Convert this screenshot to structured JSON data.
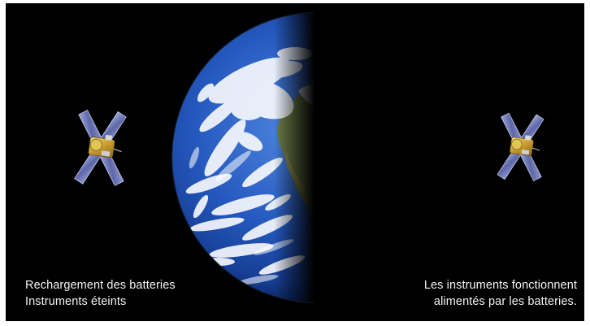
{
  "scene": {
    "left_caption": {
      "line1": "Rechargement des batteries",
      "line2": "Instruments éteints"
    },
    "right_caption": {
      "line1": "Les instruments fonctionnent",
      "line2": "alimentés par les batteries."
    }
  },
  "icons": {
    "earth": "earth-half-lit",
    "satellite": "satellite-with-x-solar-panels"
  },
  "colors": {
    "background": "#000000",
    "ocean": "#1f4fae",
    "text": "#f4f4f4",
    "gold": "#d9b24a"
  }
}
